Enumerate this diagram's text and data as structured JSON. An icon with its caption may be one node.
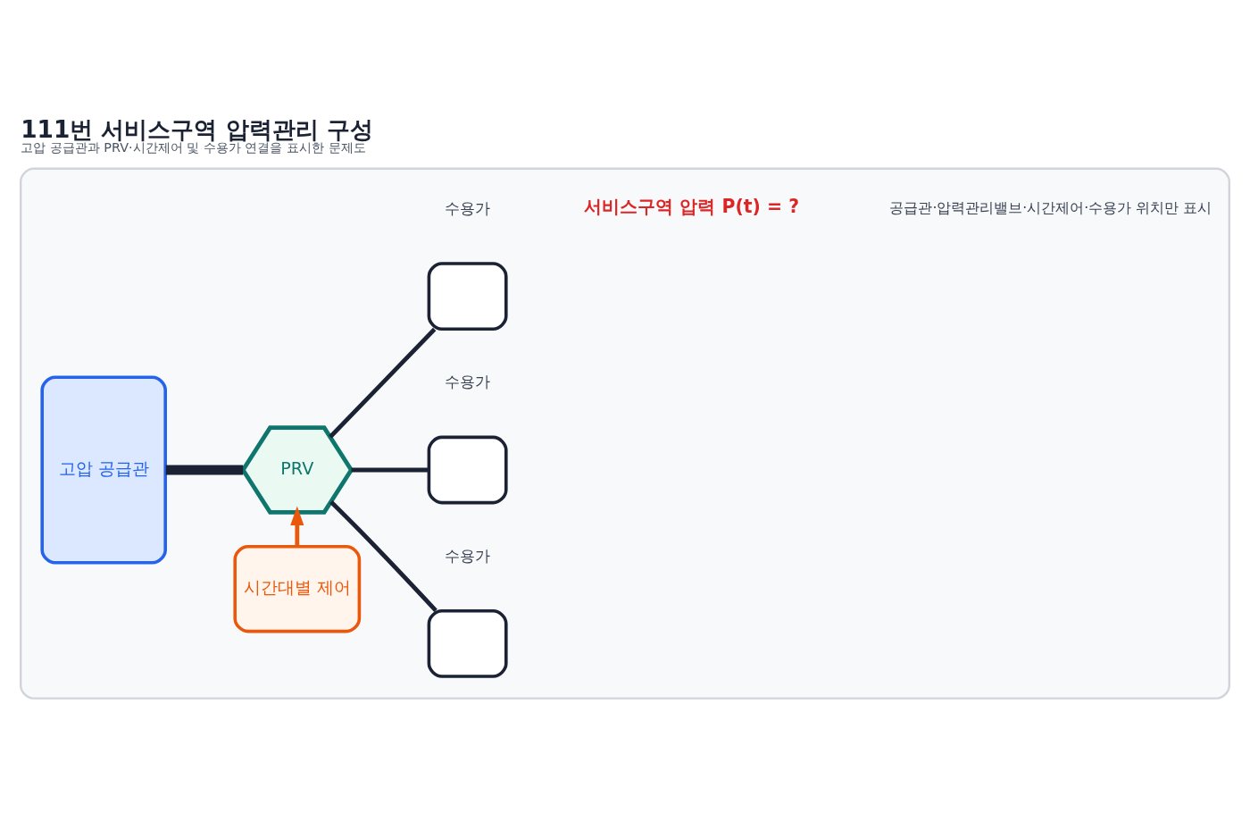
{
  "diagram": {
    "title": "111번 서비스구역 압력관리 구성",
    "caption": "고압 공급관과 PRV·시간제어 및 수용가 연결을 표시한 문제도",
    "nodes": [
      {
        "text": [],
        "shape": "box"
      },
      {
        "text": [
          "고압 공급관"
        ],
        "in": 0
      },
      {
        "text": [
          "시간대별 제어"
        ],
        "in": 0
      },
      {
        "text": [
          "PRV"
        ],
        "in": 0
      },
      {
        "text": [],
        "shape": "box",
        "beside": [
          "수용가"
        ],
        "in": 0
      },
      {
        "text": [],
        "shape": "box",
        "beside": [
          "수용가"
        ],
        "in": 0
      },
      {
        "text": [],
        "shape": "box",
        "beside": [
          "수용가"
        ],
        "in": 0
      }
    ],
    "edges": [
      {
        "from": 1,
        "to": 3,
        "arrow": "none",
        "style": "thick"
      },
      {
        "from": 2,
        "to": 3,
        "arrow": "to",
        "color": "#ea580c"
      },
      {
        "from": 3,
        "to": 4,
        "arrow": "none"
      },
      {
        "from": 3,
        "to": 5,
        "arrow": "none"
      },
      {
        "from": 3,
        "to": 6,
        "arrow": "none"
      }
    ],
    "labels": [
      "서비스구역 압력 P(t) = ?",
      "공급관·압력관리밸브·시간제어·수용가 위치만 표시"
    ]
  }
}
